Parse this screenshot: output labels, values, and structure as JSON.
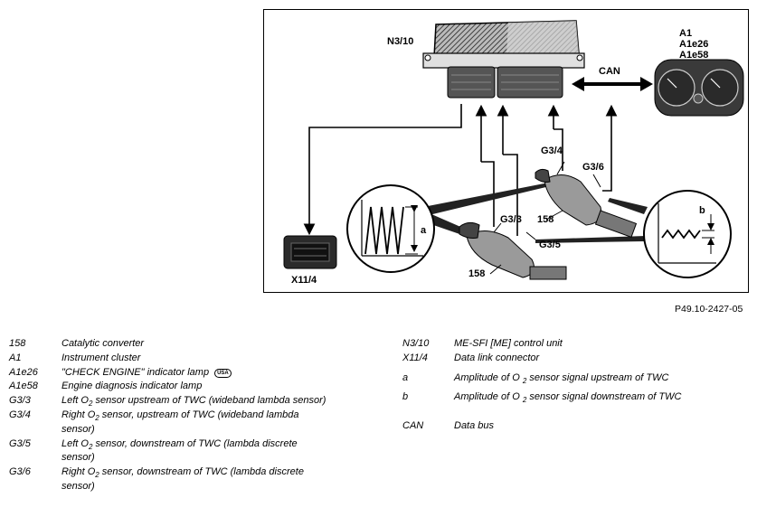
{
  "figure": {
    "labels": {
      "ecu": "N3/10",
      "cluster_a1": "A1",
      "cluster_a1e26": "A1e26",
      "cluster_a1e58": "A1e58",
      "can": "CAN",
      "g34": "G3/4",
      "g36": "G3/6",
      "g33": "G3/3",
      "g35": "G3/5",
      "cat_right": "158",
      "cat_left": "158",
      "connector": "X11/4",
      "amp_a": "a",
      "amp_b": "b"
    },
    "reference": "P49.10-2427-05"
  },
  "legend": {
    "left": [
      {
        "code": "158",
        "desc": "Catalytic converter"
      },
      {
        "code": "A1",
        "desc": "Instrument cluster"
      },
      {
        "code": "A1e26",
        "desc": "\"CHECK ENGINE\" indicator lamp",
        "badge": "USA"
      },
      {
        "code": "A1e58",
        "desc": "Engine diagnosis indicator lamp"
      },
      {
        "code": "G3/3",
        "desc_pre": "Left O",
        "desc_sub": "2",
        "desc_post": " sensor upstream of TWC (wideband lambda sensor)"
      },
      {
        "code": "G3/4",
        "desc_pre": "Right O",
        "desc_sub": "2",
        "desc_post": " sensor, upstream of TWC (wideband lambda sensor)"
      },
      {
        "code": "G3/5",
        "desc_pre": "Left O",
        "desc_sub": "2",
        "desc_post": " sensor, downstream of TWC (lambda discrete sensor)"
      },
      {
        "code": "G3/6",
        "desc_pre": "Right O",
        "desc_sub": "2",
        "desc_post": " sensor, downstream of TWC (lambda discrete sensor)"
      }
    ],
    "right": [
      {
        "code": "N3/10",
        "desc": "ME-SFI [ME] control unit"
      },
      {
        "code": "X11/4",
        "desc": "Data link connector"
      },
      {
        "code": "a",
        "desc_pre": "Amplitude of O ",
        "desc_sub": "2",
        "desc_post": " sensor signal upstream of TWC"
      },
      {
        "code": "b",
        "desc_pre": "Amplitude of O ",
        "desc_sub": "2",
        "desc_post": " sensor signal downstream of TWC"
      },
      {
        "code": "CAN",
        "desc": "Data bus"
      }
    ]
  }
}
